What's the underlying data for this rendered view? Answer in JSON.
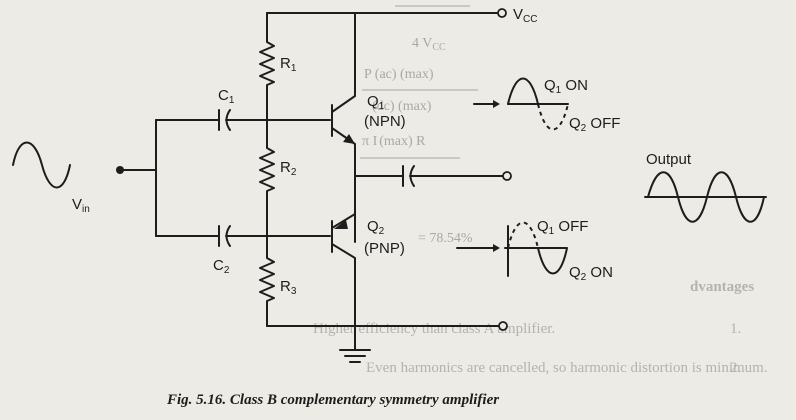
{
  "vcc": {
    "main": "V",
    "sub": "CC"
  },
  "vin": {
    "main": "V",
    "sub": "in"
  },
  "resistors": [
    {
      "main": "R",
      "sub": "1"
    },
    {
      "main": "R",
      "sub": "2"
    },
    {
      "main": "R",
      "sub": "3"
    }
  ],
  "capacitors": [
    {
      "main": "C",
      "sub": "1"
    },
    {
      "main": "C",
      "sub": "2"
    }
  ],
  "q1": {
    "main": "Q",
    "sub": "1",
    "type": "(NPN)"
  },
  "q2": {
    "main": "Q",
    "sub": "2",
    "type": "(PNP)"
  },
  "wave_top": {
    "on_main": "Q",
    "on_sub": "1",
    "on_state": " ON",
    "off_main": "Q",
    "off_sub": "2",
    "off_state": " OFF"
  },
  "wave_bottom": {
    "off_main": "Q",
    "off_sub": "1",
    "off_state": " OFF",
    "on_main": "Q",
    "on_sub": "2",
    "on_state": " ON"
  },
  "output_label": "Output",
  "background_text": {
    "line1": "4 V",
    "line1_sub": "CC",
    "line2": "P",
    "line2_rest": "(ac) (max)",
    "line3": "(dc) (max)",
    "line4": "π I",
    "line4_rest": "(max) R",
    "line5": "= 78.54%",
    "heading": "dvantages",
    "item1_num": "1.",
    "item1": "Higher efficiency than class A amplifier.",
    "item2_num": "2.",
    "item2": "Even harmonics are cancelled, so harmonic distortion is minimum."
  },
  "caption": "Fig. 5.16. Class B complementary symmetry amplifier"
}
